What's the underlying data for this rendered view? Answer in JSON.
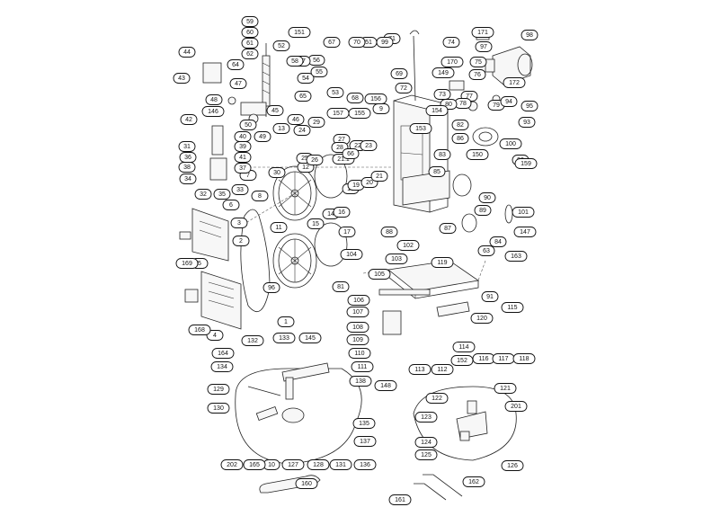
{
  "callouts": [
    "1",
    "2",
    "3",
    "4",
    "5",
    "6",
    "7",
    "8",
    "9",
    "10",
    "11",
    "12",
    "13",
    "14",
    "15",
    "16",
    "17",
    "18",
    "19",
    "20",
    "21",
    "21.1",
    "22",
    "23",
    "24",
    "25",
    "26",
    "27",
    "28",
    "29",
    "30",
    "31",
    "32",
    "33",
    "34",
    "35",
    "36",
    "37",
    "38",
    "39",
    "40",
    "41",
    "42",
    "43",
    "44",
    "45",
    "46",
    "47",
    "48",
    "49",
    "50",
    "51",
    "52",
    "53",
    "54",
    "55",
    "56",
    "57",
    "58",
    "59",
    "60",
    "61",
    "62",
    "63",
    "64",
    "65",
    "66",
    "67",
    "68",
    "69",
    "70",
    "71",
    "72",
    "73",
    "74",
    "75",
    "76",
    "77",
    "78",
    "79",
    "80",
    "81",
    "82",
    "83",
    "84",
    "85",
    "86",
    "87",
    "88",
    "89",
    "90",
    "91",
    "92",
    "93",
    "94",
    "95",
    "96",
    "97",
    "98",
    "99",
    "100",
    "101",
    "102",
    "103",
    "104",
    "105",
    "106",
    "107",
    "108",
    "109",
    "110",
    "111",
    "112",
    "113",
    "114",
    "115",
    "116",
    "117",
    "118",
    "119",
    "120",
    "121",
    "122",
    "123",
    "124",
    "125",
    "126",
    "127",
    "128",
    "129",
    "130",
    "131",
    "132",
    "133",
    "134",
    "135",
    "136",
    "137",
    "138",
    "145",
    "146",
    "147",
    "148",
    "149",
    "150",
    "151",
    "152",
    "153",
    "154",
    "155",
    "156",
    "157",
    "159",
    "160",
    "161",
    "162",
    "163",
    "164",
    "165",
    "168",
    "169",
    "170",
    "171",
    "172",
    "201",
    "202"
  ]
}
